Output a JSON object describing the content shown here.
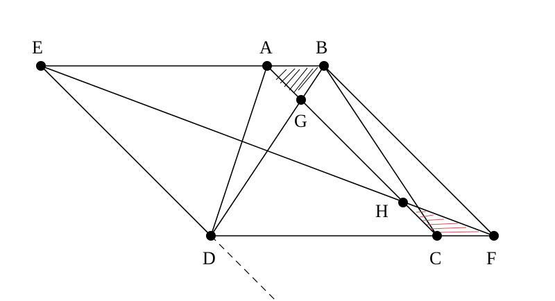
{
  "diagram": {
    "points": {
      "E": "E",
      "A": "A",
      "B": "B",
      "G": "G",
      "H": "H",
      "D": "D",
      "C": "C",
      "F": "F"
    },
    "colors": {
      "line": "#000000",
      "hatch_top": "#000000",
      "hatch_bottom": "#d05060"
    }
  }
}
